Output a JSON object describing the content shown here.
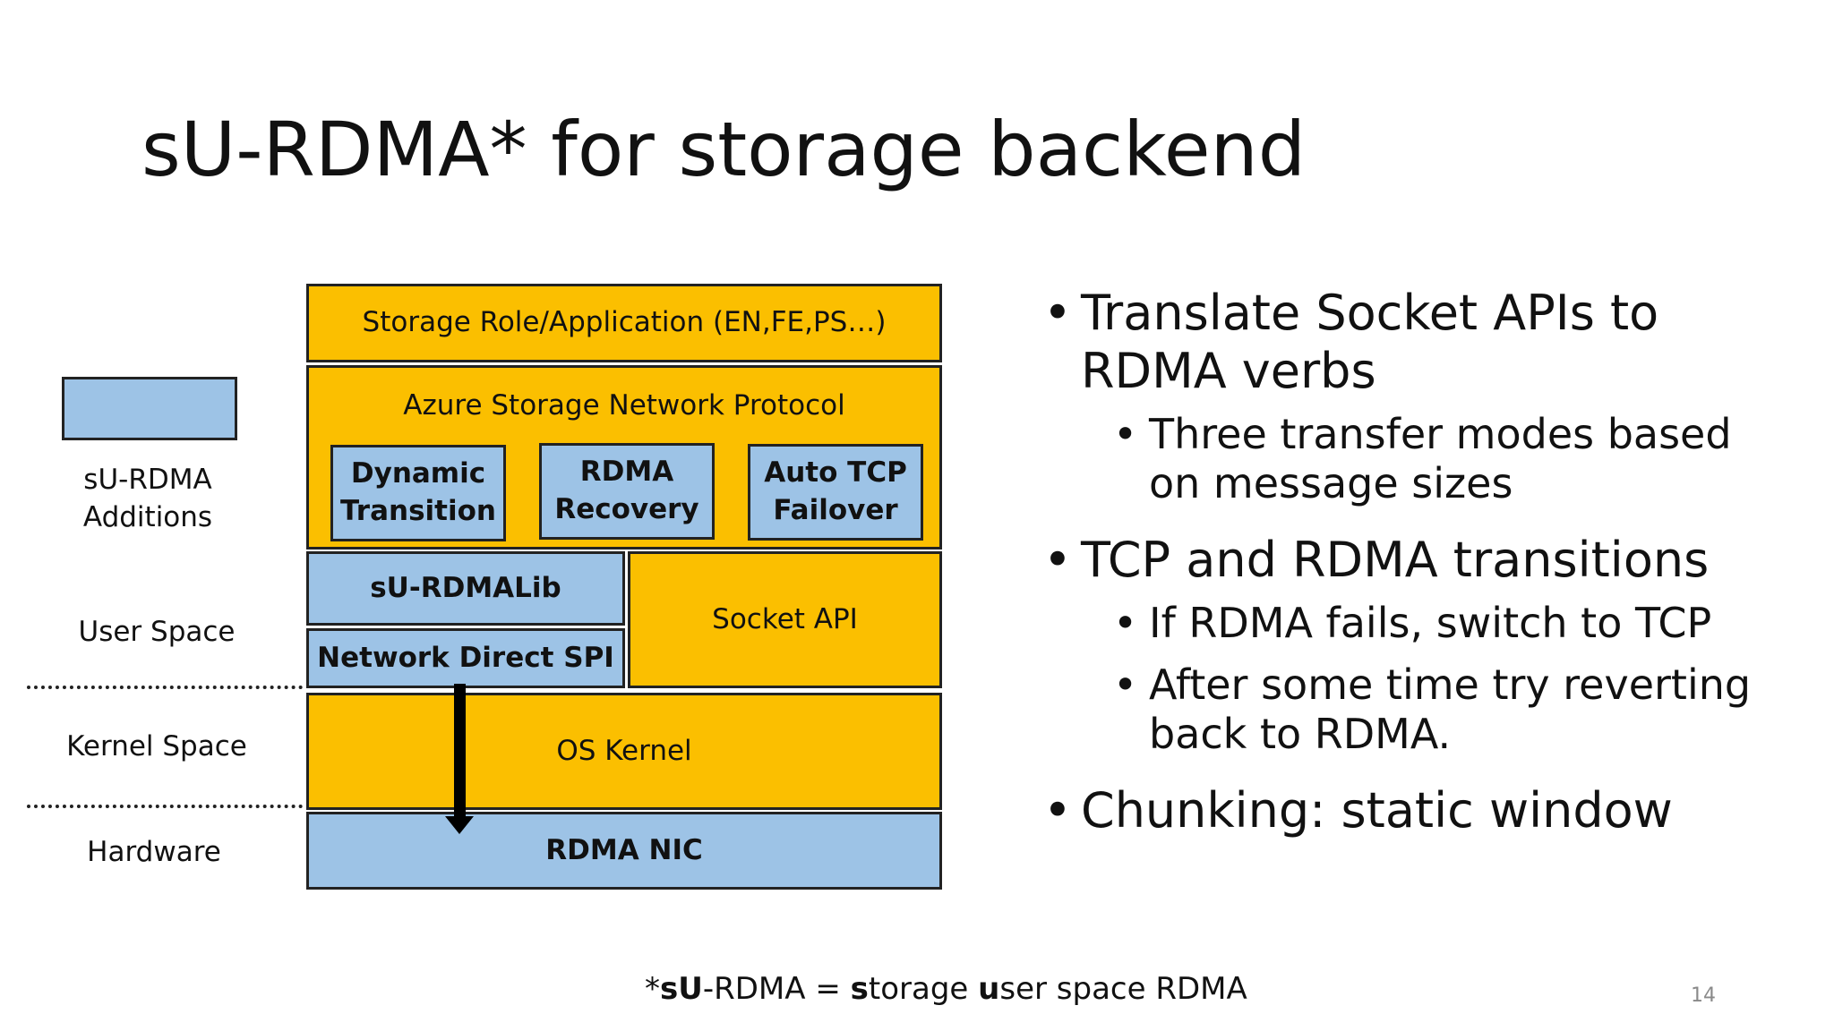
{
  "title": "sU-RDMA* for storage backend",
  "diagram": {
    "storage_role": "Storage Role/Application (EN,FE,PS…)",
    "protocol": "Azure Storage Network Protocol",
    "dynamic_transition": "Dynamic\nTransition",
    "rdma_recovery": "RDMA\nRecovery",
    "auto_tcp_failover": "Auto TCP\nFailover",
    "surdmalib": "sU-RDMALib",
    "network_direct_spi": "Network Direct SPI",
    "socket_api": "Socket API",
    "os_kernel": "OS Kernel",
    "rdma_nic": "RDMA NIC",
    "legend_label": "sU-RDMA\nAdditions",
    "user_space": "User Space",
    "kernel_space": "Kernel Space",
    "hardware": "Hardware",
    "colors": {
      "gold": "#fbbf00",
      "blue": "#9dc3e6"
    }
  },
  "bullets": {
    "b1": "Translate Socket APIs to RDMA verbs",
    "b1_sub1": "Three transfer modes based on message sizes",
    "b2": "TCP and RDMA transitions",
    "b2_sub1": "If RDMA fails, switch to TCP",
    "b2_sub2": "After some time try reverting back to RDMA.",
    "b3": "Chunking: static window"
  },
  "footnote": {
    "star": "*",
    "s_bold": "s",
    "u1_bold": "U",
    "part1": "-RDMA = ",
    "s2_bold": "s",
    "part2": "torage ",
    "u2_bold": "u",
    "part3": "ser space RDMA"
  },
  "page_number": "14"
}
